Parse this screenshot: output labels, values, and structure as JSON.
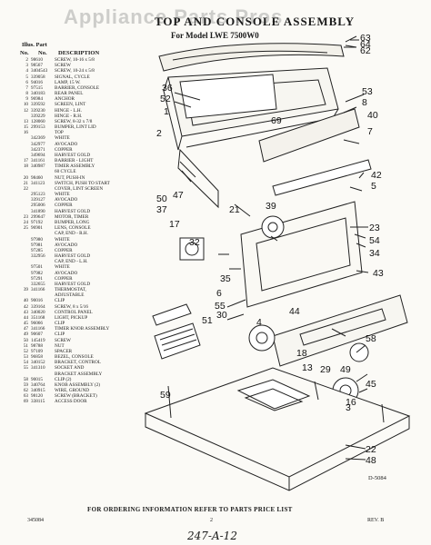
{
  "watermark": "Appliance Parts Pros",
  "title": "TOP AND CONSOLE ASSEMBLY",
  "subtitle": "For Model LWE 7500W0",
  "table_headers": {
    "illus": "Illus. Part",
    "no": "No.",
    "part_no": "No.",
    "description": "DESCRIPTION"
  },
  "parts": [
    [
      "2",
      "98610",
      "SCREW, 10-16 x 5/8"
    ],
    [
      "3",
      "98567",
      "SCREW"
    ],
    [
      "4",
      "3404543",
      "SCREW, 10-24 x 5/8"
    ],
    [
      "5",
      "339058",
      "SIGNAL, CYCLE"
    ],
    [
      "6",
      "94016",
      "LAMP, 15 W."
    ],
    [
      "7",
      "97515",
      "BARRIER, CONSOLE"
    ],
    [
      "8",
      "340183",
      "REAR PANEL"
    ],
    [
      "9",
      "96984",
      "ANCHOR"
    ],
    [
      "10",
      "339592",
      "SCREEN, LINT"
    ],
    [
      "12",
      "339230",
      "HINGE - L.H."
    ],
    [
      "",
      "339229",
      "HINGE - R.H."
    ],
    [
      "13",
      "128060",
      "SCREW, 8-32 x 7/8"
    ],
    [
      "15",
      "299153",
      "BUMPER, LINT LID"
    ],
    [
      "16",
      "",
      "TOP"
    ],
    [
      "",
      "342369",
      "WHITE"
    ],
    [
      "",
      "342977",
      "AVOCADO"
    ],
    [
      "",
      "342371",
      "COPPER"
    ],
    [
      "",
      "349694",
      "HARVEST GOLD"
    ],
    [
      "17",
      "341161",
      "BARRIER - LIGHT"
    ],
    [
      "18",
      "340987",
      "TIMER ASSEMBLY"
    ],
    [
      "",
      "",
      "60 CYCLE"
    ],
    [
      "20",
      "98460",
      "NUT, PUSH-IN"
    ],
    [
      "21",
      "341123",
      "SWITCH, PUSH TO START"
    ],
    [
      "22",
      "",
      "COVER, LINT SCREEN"
    ],
    [
      "",
      "295123",
      "WHITE"
    ],
    [
      "",
      "339127",
      "AVOCADO"
    ],
    [
      "",
      "295006",
      "COPPER"
    ],
    [
      "",
      "341890",
      "HARVEST GOLD"
    ],
    [
      "23",
      "299647",
      "MOTOR, TIMER"
    ],
    [
      "24",
      "97192",
      "BUMPER, LONG"
    ],
    [
      "25",
      "96901",
      "LENS, CONSOLE"
    ],
    [
      "",
      "",
      "CAP, END - R.H."
    ],
    [
      "",
      "97980",
      "WHITE"
    ],
    [
      "",
      "97981",
      "AVOCADO"
    ],
    [
      "",
      "97285",
      "COPPER"
    ],
    [
      "",
      "332956",
      "HARVEST GOLD"
    ],
    [
      "",
      "",
      "CAP, END - L.H."
    ],
    [
      "",
      "97501",
      "WHITE"
    ],
    [
      "",
      "97982",
      "AVOCADO"
    ],
    [
      "",
      "97291",
      "COPPER"
    ],
    [
      "",
      "332655",
      "HARVEST GOLD"
    ],
    [
      "39",
      "341166",
      "THERMOSTAT,"
    ],
    [
      "",
      "",
      "ADJUSTABLE"
    ],
    [
      "40",
      "90016",
      "CLIP"
    ],
    [
      "42",
      "339164",
      "SCREW, 8 x 5/16"
    ],
    [
      "43",
      "340020",
      "CONTROL PANEL"
    ],
    [
      "44",
      "351168",
      "LIGHT, PICKUP"
    ],
    [
      "45",
      "96066",
      "CLIP"
    ],
    [
      "47",
      "341166",
      "TIMER KNOB ASSEMBLY"
    ],
    [
      "49",
      "90607",
      "CLIP"
    ],
    [
      "50",
      "145419",
      "SCREW"
    ],
    [
      "51",
      "98788",
      "NUT"
    ],
    [
      "52",
      "97109",
      "SPACER"
    ],
    [
      "53",
      "96858",
      "BEZEL, CONSOLE"
    ],
    [
      "54",
      "340152",
      "BRACKET, CONTROL"
    ],
    [
      "55",
      "341310",
      "SOCKET AND"
    ],
    [
      "",
      "",
      "BRACKET ASSEMBLY"
    ],
    [
      "58",
      "90015",
      "CLIP (2)"
    ],
    [
      "59",
      "340764",
      "KNOB ASSEMBLY (2)"
    ],
    [
      "62",
      "340915",
      "WIRE, GROUND"
    ],
    [
      "63",
      "98120",
      "SCREW (BRACKET)"
    ],
    [
      "69",
      "338115",
      "ACCESS DOOR"
    ]
  ],
  "diagram_code": "D-5084",
  "footer_note": "FOR ORDERING INFORMATION REFER TO PARTS PRICE LIST",
  "doc_id": "345084",
  "page_number": "2",
  "revision": "REV. B",
  "handwritten_note": "247-A-12",
  "callouts": [
    "63",
    "64",
    "62",
    "36",
    "52",
    "1",
    "53",
    "8",
    "2",
    "69",
    "40",
    "7",
    "42",
    "5",
    "50",
    "37",
    "47",
    "21",
    "17",
    "39",
    "23",
    "54",
    "34",
    "32",
    "43",
    "35",
    "6",
    "55",
    "30",
    "44",
    "4",
    "58",
    "49",
    "29",
    "51",
    "18",
    "13",
    "45",
    "59",
    "22",
    "48",
    "16",
    "3"
  ]
}
